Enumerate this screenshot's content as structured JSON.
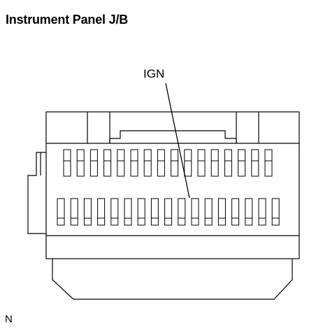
{
  "page": {
    "title": "Instrument Panel J/B",
    "footer_code": "N"
  },
  "diagram": {
    "callout_label": "IGN",
    "line_color": "#000000",
    "background_color": "#ffffff",
    "upper_row_terminal_count": 16,
    "lower_row_terminal_count": 17
  }
}
